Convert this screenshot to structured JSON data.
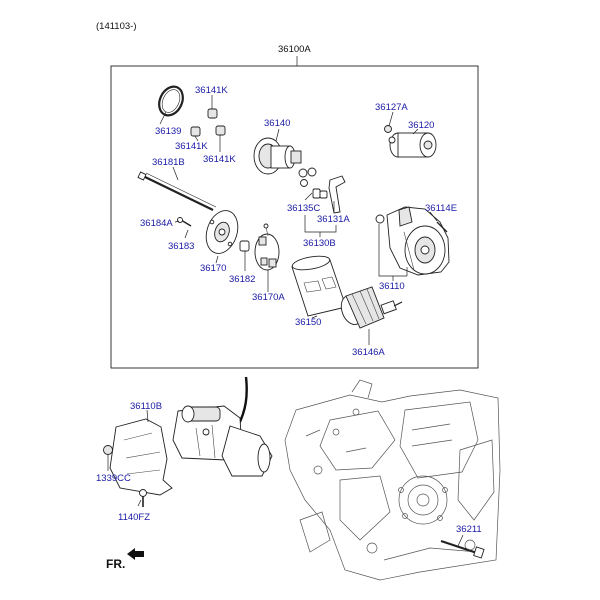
{
  "header": {
    "code": "(141103-)"
  },
  "assembly": {
    "label": "36100A"
  },
  "parts": [
    {
      "id": "p36141K_a",
      "label": "36141K"
    },
    {
      "id": "p36139",
      "label": "36139"
    },
    {
      "id": "p36141K_b",
      "label": "36141K"
    },
    {
      "id": "p36141K_c",
      "label": "36141K"
    },
    {
      "id": "p36140",
      "label": "36140"
    },
    {
      "id": "p36127A",
      "label": "36127A"
    },
    {
      "id": "p36120",
      "label": "36120"
    },
    {
      "id": "p36181B",
      "label": "36181B"
    },
    {
      "id": "p36135C",
      "label": "36135C"
    },
    {
      "id": "p36131A",
      "label": "36131A"
    },
    {
      "id": "p36114E",
      "label": "36114E"
    },
    {
      "id": "p36184A",
      "label": "36184A"
    },
    {
      "id": "p36130B",
      "label": "36130B"
    },
    {
      "id": "p36183",
      "label": "36183"
    },
    {
      "id": "p36170",
      "label": "36170"
    },
    {
      "id": "p36182",
      "label": "36182"
    },
    {
      "id": "p36110",
      "label": "36110"
    },
    {
      "id": "p36170A",
      "label": "36170A"
    },
    {
      "id": "p36150",
      "label": "36150"
    },
    {
      "id": "p36146A",
      "label": "36146A"
    },
    {
      "id": "p36110B",
      "label": "36110B"
    },
    {
      "id": "p1339CC",
      "label": "1339CC"
    },
    {
      "id": "p1140FZ",
      "label": "1140FZ"
    },
    {
      "id": "p36211",
      "label": "36211"
    }
  ],
  "direction": {
    "label": "FR."
  },
  "icons": {
    "front_arrow": "front-arrow-icon"
  }
}
